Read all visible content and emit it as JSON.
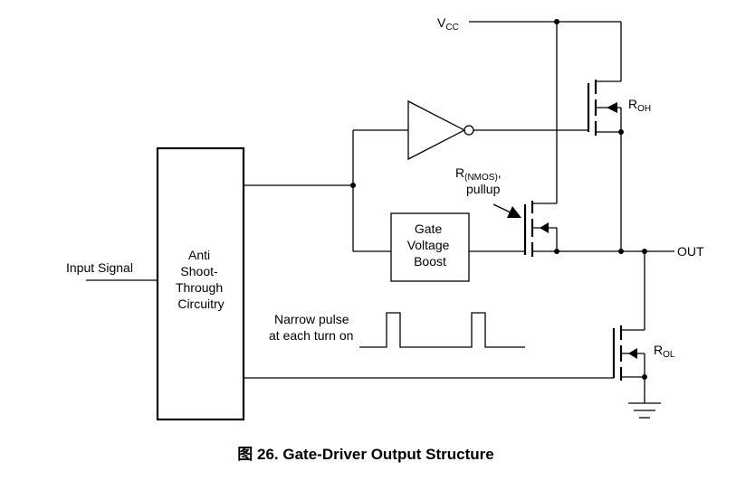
{
  "labels": {
    "vcc_main": "V",
    "vcc_sub": "CC",
    "roh_main": "R",
    "roh_sub": "OH",
    "rol_main": "R",
    "rol_sub": "OL",
    "rnmos_main": "R",
    "rnmos_sub": "(NMOS)",
    "rnmos_comma": ",",
    "pullup": "pullup",
    "out": "OUT",
    "input_signal": "Input Signal",
    "anti_lines": [
      "Anti",
      "Shoot-",
      "Through",
      "Circuitry"
    ],
    "boost_lines": [
      "Gate",
      "Voltage",
      "Boost"
    ],
    "pulse_lines": [
      "Narrow pulse",
      "at each turn on"
    ]
  },
  "caption": "图 26.  Gate-Driver Output Structure"
}
